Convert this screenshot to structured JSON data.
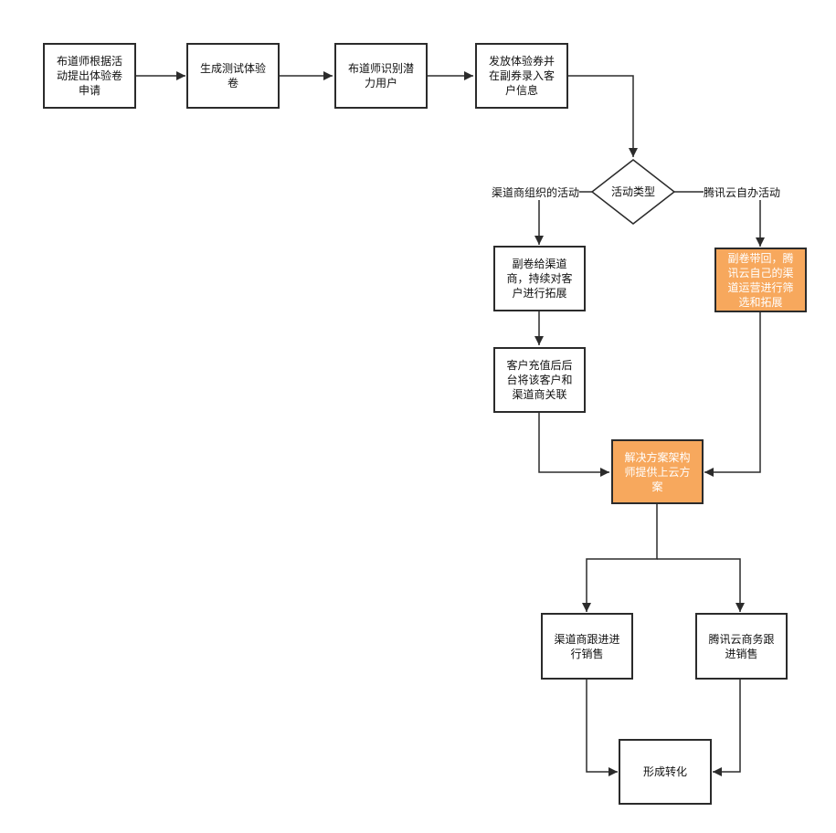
{
  "diagram": {
    "nodes": {
      "n1": "布道师根据活\n动提出体验卷\n申请",
      "n2": "生成测试体验\n卷",
      "n3": "布道师识别潜\n力用户",
      "n4": "发放体验券并\n在副券录入客\n户信息",
      "decision": "活动类型",
      "n5": "副卷给渠道\n商，持续对客\n户进行拓展",
      "n6": "客户充值后后\n台将该客户和\n渠道商关联",
      "n7": "副卷带回，腾\n讯云自己的渠\n道运营进行筛\n选和拓展",
      "n8": "解决方案架构\n师提供上云方\n案",
      "n9": "渠道商跟进进\n行销售",
      "n10": "腾讯云商务跟\n进销售",
      "n11": "形成转化"
    },
    "edge_labels": {
      "left": "渠道商组织的活动",
      "right": "腾讯云自办活动"
    },
    "colors": {
      "stroke": "#2b2b2b",
      "accent": "#f7a85d",
      "accent_text": "#ffffff"
    }
  }
}
